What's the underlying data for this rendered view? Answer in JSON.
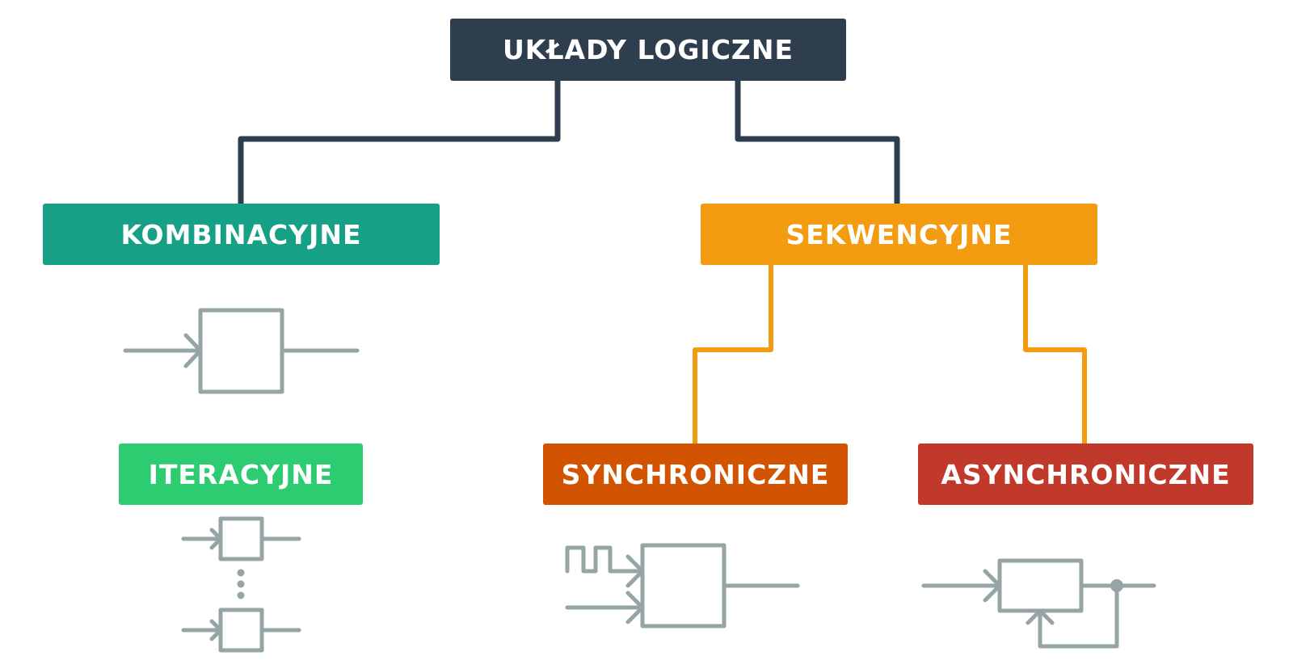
{
  "nodes": {
    "root": {
      "label": "UKŁADY LOGICZNE",
      "color": "#2e3e4e"
    },
    "combinational": {
      "label": "KOMBINACYJNE",
      "color": "#16a085"
    },
    "sequential": {
      "label": "SEKWENCYJNE",
      "color": "#f39c12"
    },
    "iterative": {
      "label": "ITERACYJNE",
      "color": "#2ecc71"
    },
    "synchronous": {
      "label": "SYNCHRONICZNE",
      "color": "#d35400"
    },
    "asynchronous": {
      "label": "ASYNCHRONICZNE",
      "color": "#c0392b"
    }
  },
  "colors": {
    "root_connector": "#2e3e4e",
    "sequential_connector": "#f39c12",
    "symbol_stroke": "#95a5a6"
  }
}
